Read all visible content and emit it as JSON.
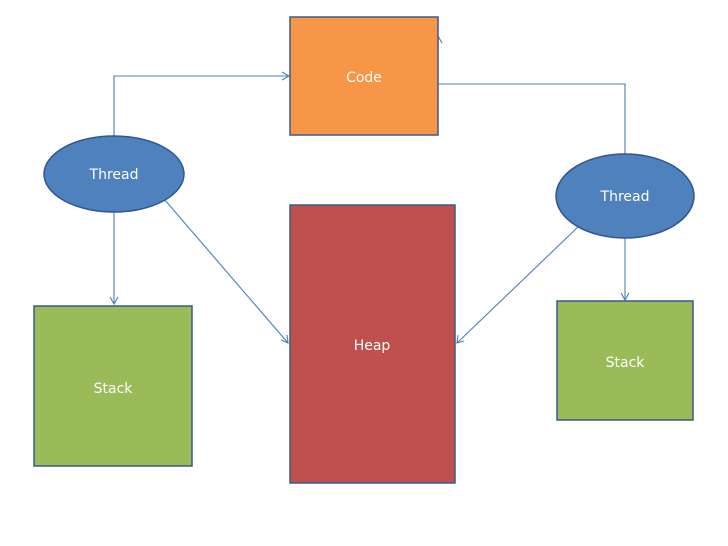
{
  "nodes": {
    "code": {
      "label": "Code"
    },
    "heap": {
      "label": "Heap"
    },
    "thread_left": {
      "label": "Thread"
    },
    "thread_right": {
      "label": "Thread"
    },
    "stack_left": {
      "label": "Stack"
    },
    "stack_right": {
      "label": "Stack"
    }
  },
  "colors": {
    "code_fill": "#f79646",
    "code_border": "#3a5a86",
    "heap_fill": "#c0504d",
    "heap_border": "#3a5a86",
    "thread_fill": "#4f81bd",
    "thread_border": "#2f5597",
    "stack_fill": "#9bbb59",
    "stack_border": "#3a5a86",
    "connector": "#4a7ebb"
  },
  "edges": [
    {
      "from": "thread_left",
      "to": "code"
    },
    {
      "from": "thread_right",
      "to": "code"
    },
    {
      "from": "thread_left",
      "to": "stack_left"
    },
    {
      "from": "thread_right",
      "to": "stack_right"
    },
    {
      "from": "thread_left",
      "to": "heap"
    },
    {
      "from": "thread_right",
      "to": "heap"
    }
  ]
}
